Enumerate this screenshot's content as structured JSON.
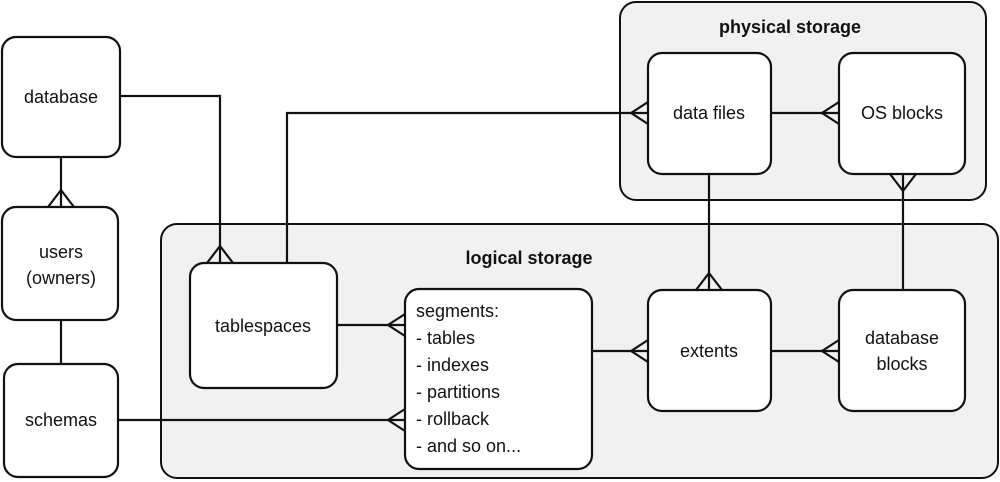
{
  "regions": {
    "physical": {
      "title": "physical storage"
    },
    "logical": {
      "title": "logical storage"
    }
  },
  "entities": {
    "database": {
      "lines": [
        "database"
      ]
    },
    "users": {
      "lines": [
        "users",
        "(owners)"
      ]
    },
    "schemas": {
      "lines": [
        "schemas"
      ]
    },
    "tablespaces": {
      "lines": [
        "tablespaces"
      ]
    },
    "segments": {
      "lines": [
        "segments:",
        "- tables",
        "- indexes",
        "- partitions",
        "- rollback",
        "- and so on..."
      ]
    },
    "extents": {
      "lines": [
        "extents"
      ]
    },
    "data_files": {
      "lines": [
        "data files"
      ]
    },
    "os_blocks": {
      "lines": [
        "OS blocks"
      ]
    },
    "database_blocks": {
      "lines": [
        "database",
        "blocks"
      ]
    }
  },
  "relationships": [
    {
      "from": "database",
      "to": "tablespaces",
      "cardinality": "one-to-many"
    },
    {
      "from": "database",
      "to": "users",
      "cardinality": "one-to-many"
    },
    {
      "from": "users",
      "to": "schemas",
      "cardinality": "one-to-one"
    },
    {
      "from": "schemas",
      "to": "segments",
      "cardinality": "one-to-many"
    },
    {
      "from": "tablespaces",
      "to": "data_files",
      "cardinality": "one-to-many"
    },
    {
      "from": "tablespaces",
      "to": "segments",
      "cardinality": "one-to-many"
    },
    {
      "from": "segments",
      "to": "extents",
      "cardinality": "one-to-many"
    },
    {
      "from": "data_files",
      "to": "extents",
      "cardinality": "one-to-many"
    },
    {
      "from": "data_files",
      "to": "os_blocks",
      "cardinality": "one-to-many"
    },
    {
      "from": "extents",
      "to": "database_blocks",
      "cardinality": "one-to-many"
    },
    {
      "from": "database_blocks",
      "to": "os_blocks",
      "cardinality": "one-to-many"
    }
  ]
}
